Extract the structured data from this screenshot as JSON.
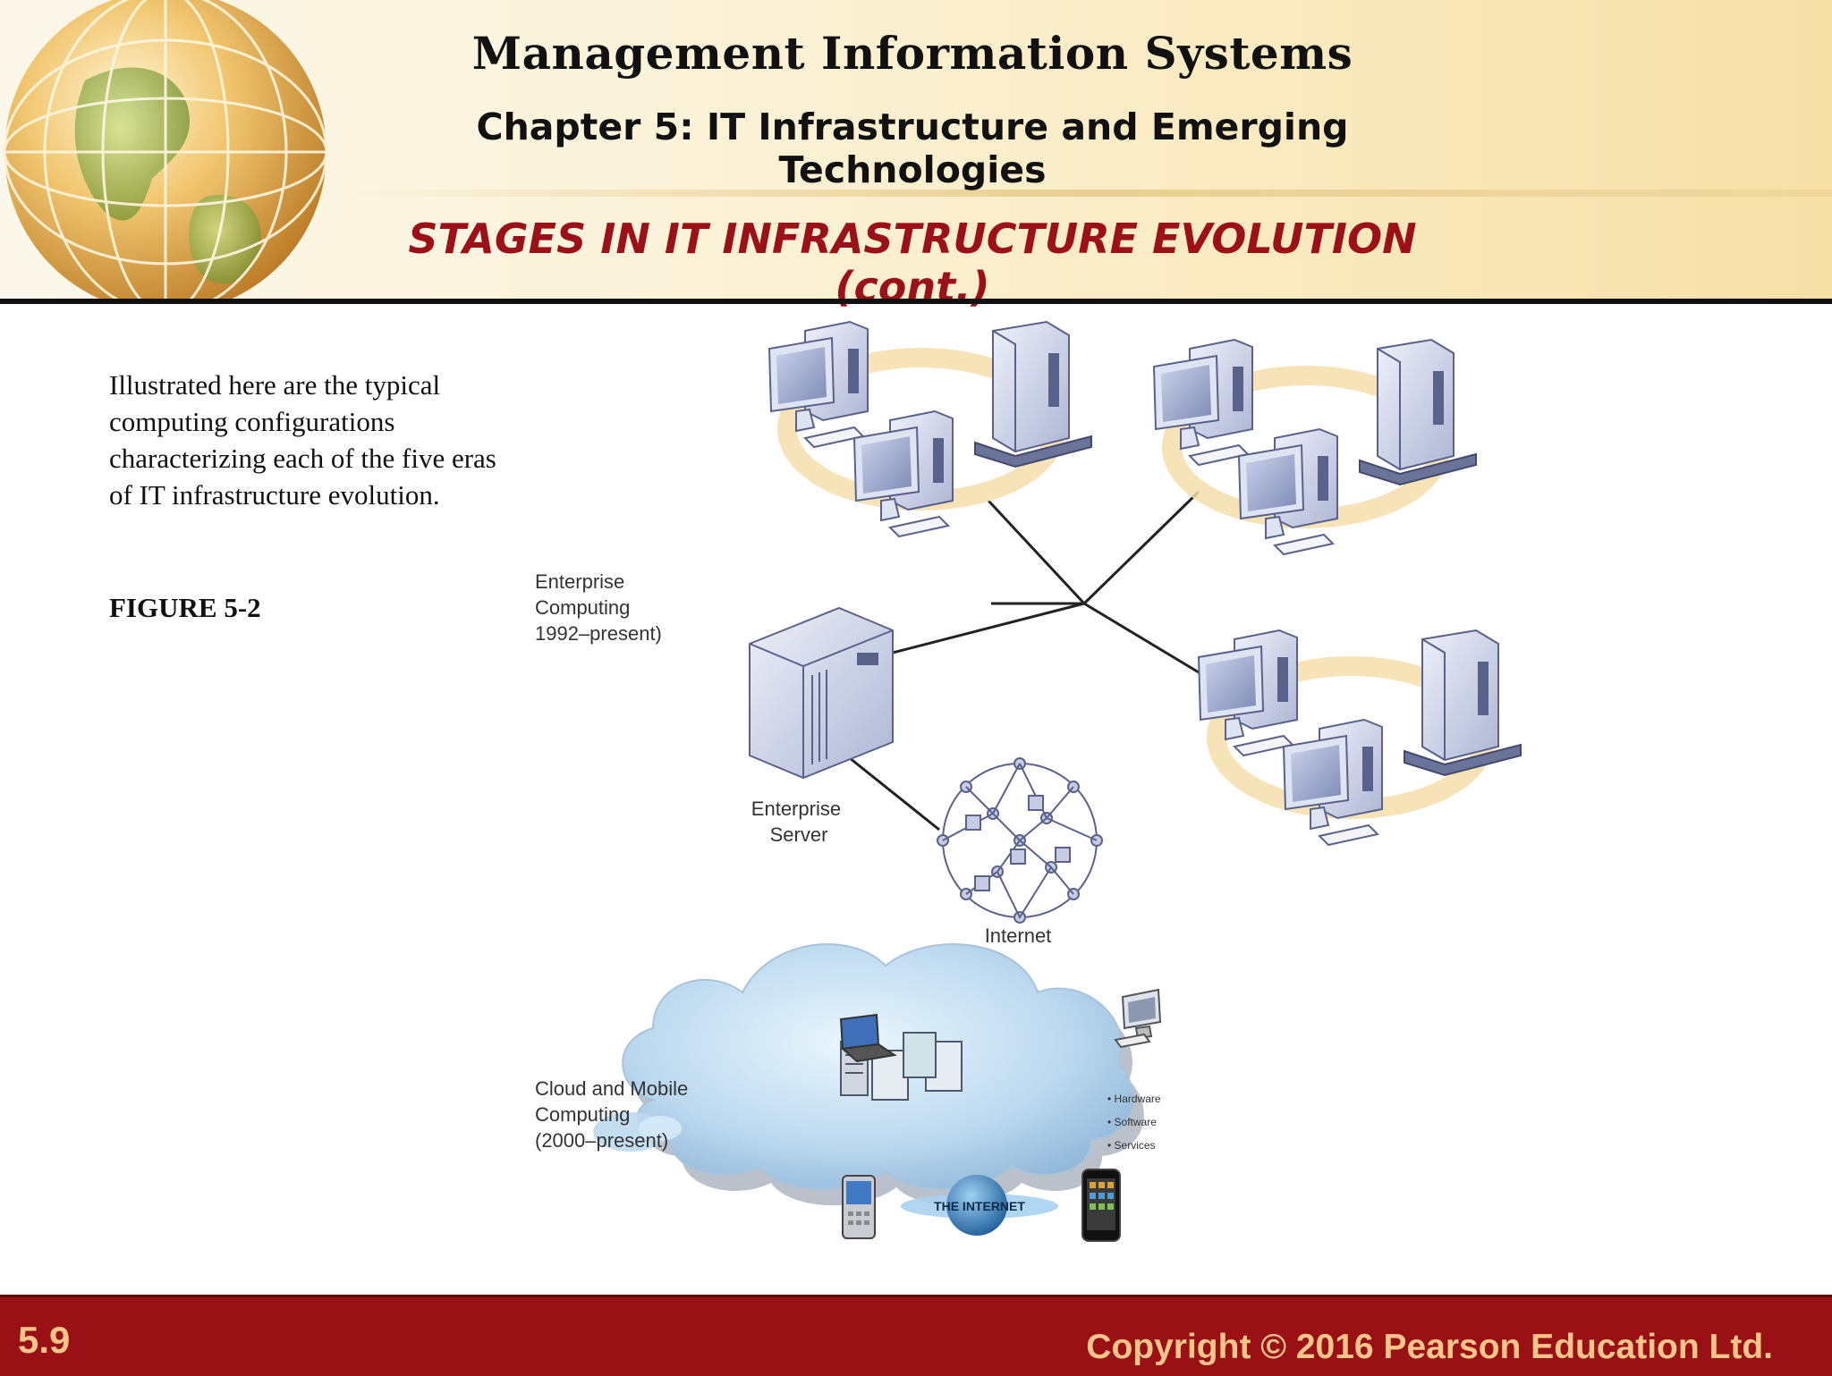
{
  "header": {
    "title": "Management Information Systems",
    "chapter": "Chapter 5: IT Infrastructure and Emerging Technologies",
    "section_title": "STAGES IN IT INFRASTRUCTURE EVOLUTION (cont.)"
  },
  "body": {
    "caption": "Illustrated here are the typical computing configurations characterizing each of the five eras of IT infrastructure evolution.",
    "figure_label": "FIGURE 5-2"
  },
  "diagram": {
    "enterprise_label": [
      "Enterprise",
      "Computing",
      "1992–present)"
    ],
    "enterprise_server_label": [
      "Enterprise",
      "Server"
    ],
    "internet_label": "Internet",
    "cloud_label": [
      "Cloud and Mobile",
      "Computing",
      "(2000–present)"
    ],
    "cloud_services": [
      "• Hardware",
      "• Software",
      "• Services"
    ],
    "the_internet_label": "THE INTERNET"
  },
  "footer": {
    "slide_number": "5.9",
    "copyright": "Copyright © 2016 Pearson Education Ltd."
  }
}
